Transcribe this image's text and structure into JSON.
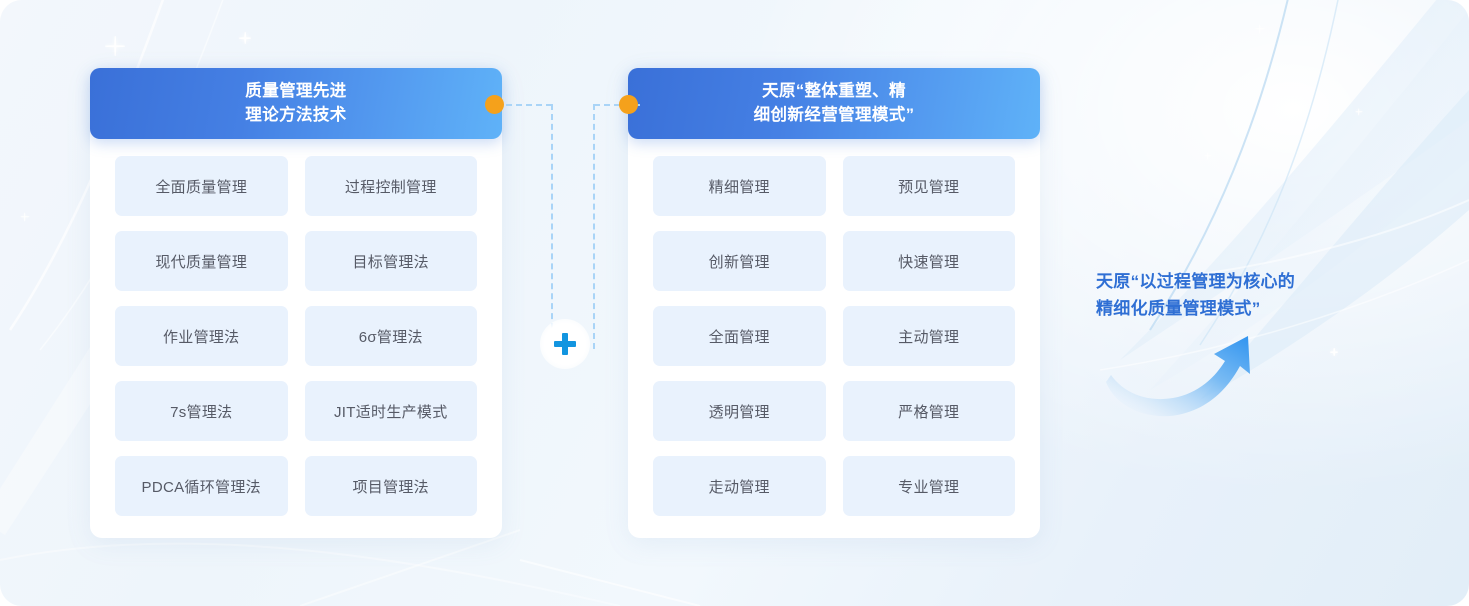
{
  "colors": {
    "header_gradient_start": "#3a70d8",
    "header_gradient_end": "#5fb2f8",
    "cell_background": "#e9f2fd",
    "cell_text": "#565a66",
    "dot_orange": "#f5a11b",
    "plus_blue": "#1295e0",
    "dashed_line": "#a9d4f7",
    "callout_text": "#2f6fd4",
    "page_background": "#eef5fb"
  },
  "panels": [
    {
      "id": "left",
      "title": "质量管理先进\n理论方法技术",
      "items": [
        "全面质量管理",
        "过程控制管理",
        "现代质量管理",
        "目标管理法",
        "作业管理法",
        "6σ管理法",
        "7s管理法",
        "JIT适时生产模式",
        "PDCA循环管理法",
        "项目管理法"
      ]
    },
    {
      "id": "right",
      "title": "天原“整体重塑、精\n细创新经营管理模式”",
      "items": [
        "精细管理",
        "预见管理",
        "创新管理",
        "快速管理",
        "全面管理",
        "主动管理",
        "透明管理",
        "严格管理",
        "走动管理",
        "专业管理"
      ]
    }
  ],
  "connector": {
    "operator": "+",
    "operator_name": "plus-icon",
    "left_dot_name": "connector-dot-left",
    "right_dot_name": "connector-dot-right"
  },
  "callout": {
    "text": "天原“以过程管理为核心的\n精细化质量管理模式”",
    "arrow_name": "curved-arrow-icon"
  }
}
